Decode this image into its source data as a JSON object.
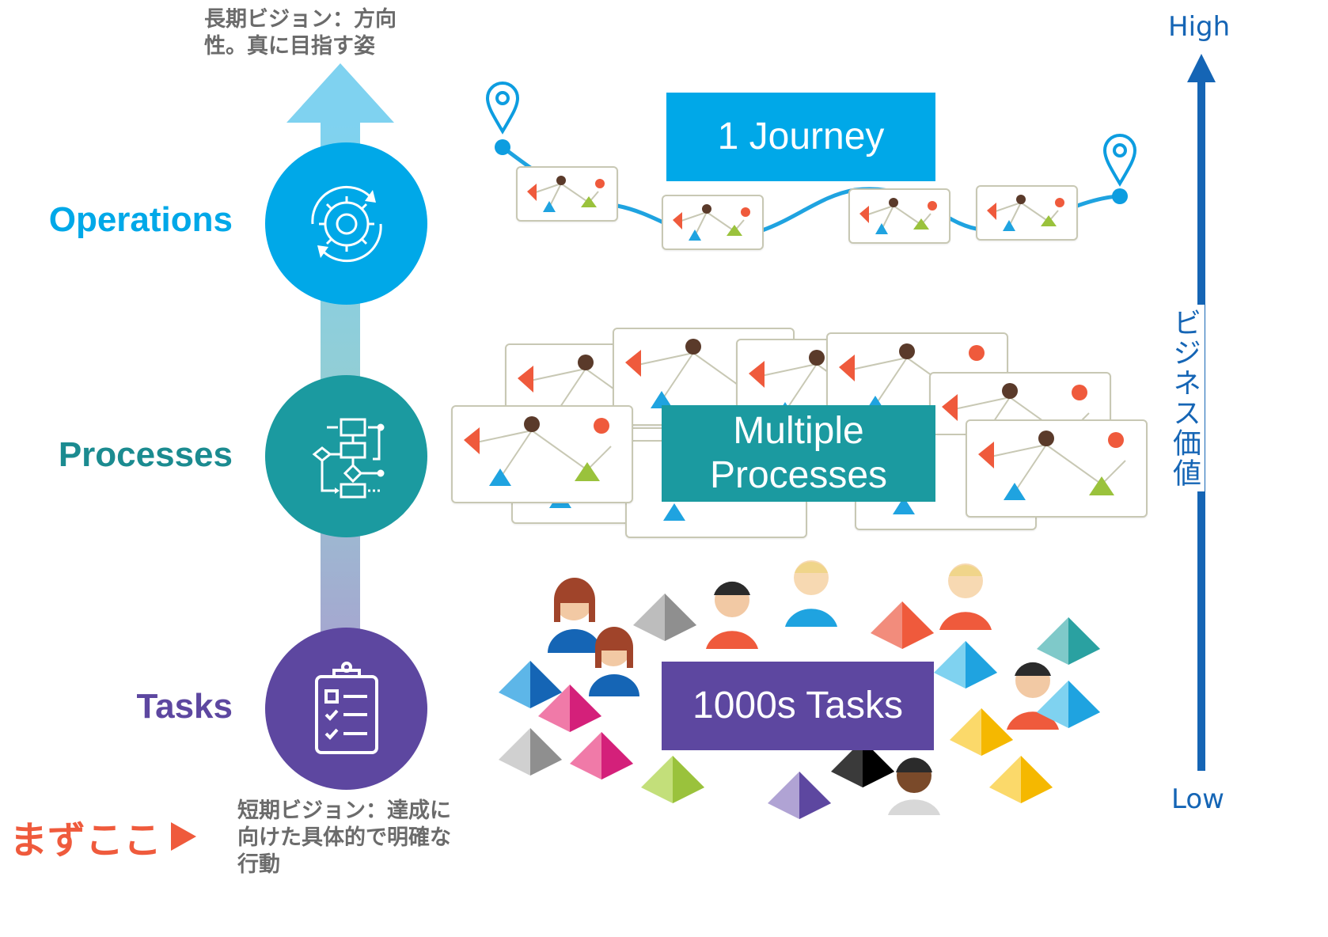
{
  "notes": {
    "long_term": "長期ビジョン：方向性。真に目指す姿",
    "short_term": "短期ビジョン：達成に向けた具体的で明確な行動",
    "start_here": "まずここ"
  },
  "levels": [
    {
      "label": "Operations",
      "color": "#00a8e8",
      "icon": "gear-cycle-icon"
    },
    {
      "label": "Processes",
      "color": "#1b9aa0",
      "icon": "flowchart-icon"
    },
    {
      "label": "Tasks",
      "color": "#5d47a0",
      "icon": "clipboard-checklist-icon"
    }
  ],
  "banners": {
    "journey": "1 Journey",
    "processes_line1": "Multiple",
    "processes_line2": "Processes",
    "tasks": "1000s Tasks"
  },
  "axis": {
    "high": "High",
    "low": "Low",
    "title": "ビジネス価値"
  },
  "colors": {
    "operations": "#00a8e8",
    "processes": "#1b9aa0",
    "tasks": "#5d47a0",
    "accent": "#ef5a3c",
    "axis": "#1565b5"
  }
}
